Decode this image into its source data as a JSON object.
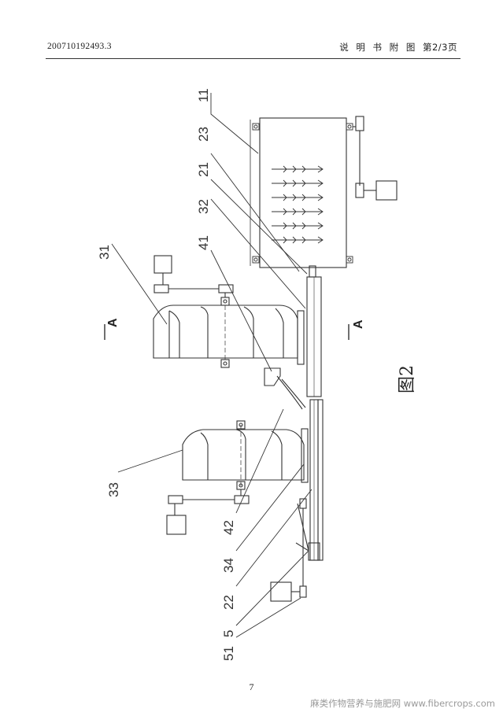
{
  "header": {
    "doc_number": "200710192493.3",
    "section": "说 明 书 附 图",
    "page_info": "第2/3页"
  },
  "figure": {
    "title": "图2",
    "section_labels": [
      "A",
      "A"
    ],
    "callouts": [
      "11",
      "23",
      "21",
      "32",
      "41",
      "31",
      "33",
      "42",
      "34",
      "22",
      "5",
      "51"
    ]
  },
  "footer": {
    "page_number": "7",
    "watermark": "麻类作物营养与施肥网 www.fibercrops.com"
  }
}
